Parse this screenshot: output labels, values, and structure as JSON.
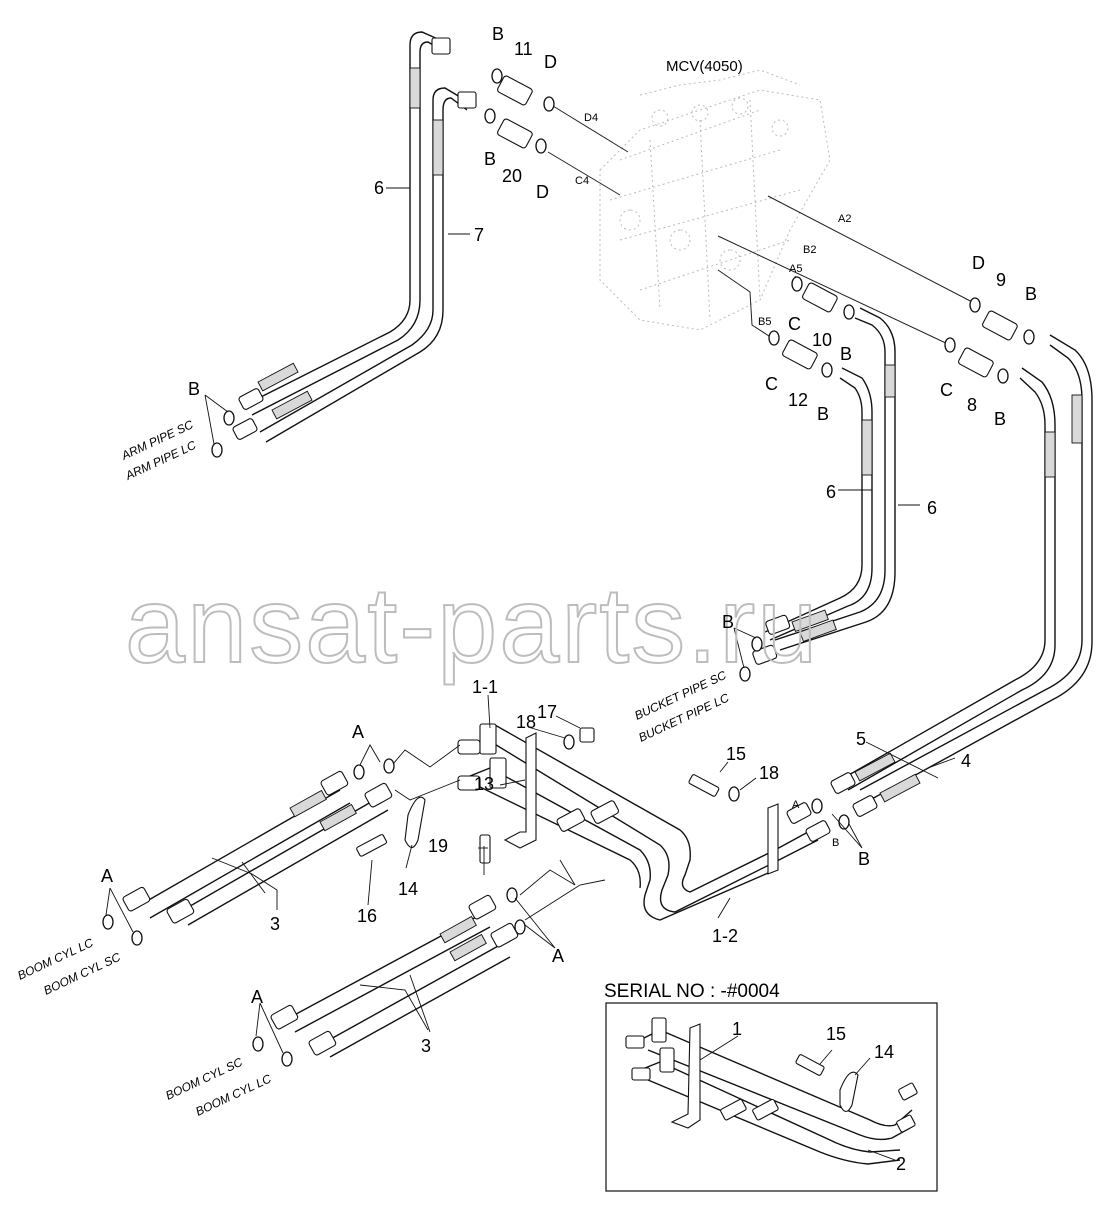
{
  "valve": {
    "title": "MCV(4050)"
  },
  "ports": {
    "d4": "D4",
    "c4": "C4",
    "a2": "A2",
    "b2": "B2",
    "a5": "A5",
    "b5": "B5",
    "a": "A",
    "b": "B"
  },
  "callouts": {
    "n1": "1",
    "n1_1": "1-1",
    "n1_2": "1-2",
    "n2": "2",
    "n3": "3",
    "n4": "4",
    "n5": "5",
    "n6": "6",
    "n7": "7",
    "n8": "8",
    "n9": "9",
    "n10": "10",
    "n11": "11",
    "n12": "12",
    "n13": "13",
    "n14": "14",
    "n15": "15",
    "n16": "16",
    "n17": "17",
    "n18": "18",
    "n19": "19",
    "n20": "20",
    "a": "A",
    "b": "B",
    "c": "C",
    "d": "D"
  },
  "labels": {
    "arm_sc": "ARM PIPE SC",
    "arm_lc": "ARM PIPE LC",
    "bucket_sc": "BUCKET PIPE SC",
    "bucket_lc": "BUCKET PIPE LC",
    "boom_lc": "BOOM CYL LC",
    "boom_sc": "BOOM CYL SC"
  },
  "inset": {
    "title": "SERIAL NO : -#0004"
  },
  "watermark": "ansat-parts.ru"
}
